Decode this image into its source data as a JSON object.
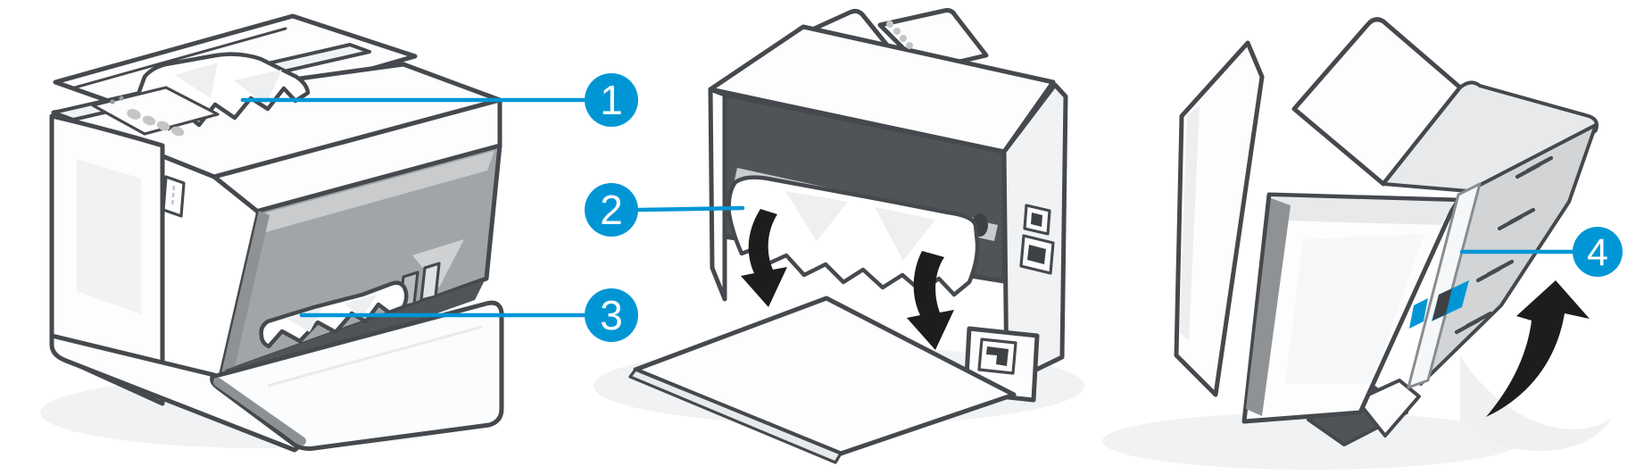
{
  "figure": {
    "callouts": [
      {
        "number": "1"
      },
      {
        "number": "2"
      },
      {
        "number": "3"
      },
      {
        "number": "4"
      }
    ],
    "colors": {
      "accent_blue": "#0096d6",
      "outline": "#45494d",
      "arrow_black": "#1d1d1b",
      "callout_text": "#ffffff"
    },
    "icons": {
      "rear_jam_arrows": "curved-arrow-down-icon",
      "rotate_printer_arrow": "curved-arrow-up-icon"
    }
  }
}
